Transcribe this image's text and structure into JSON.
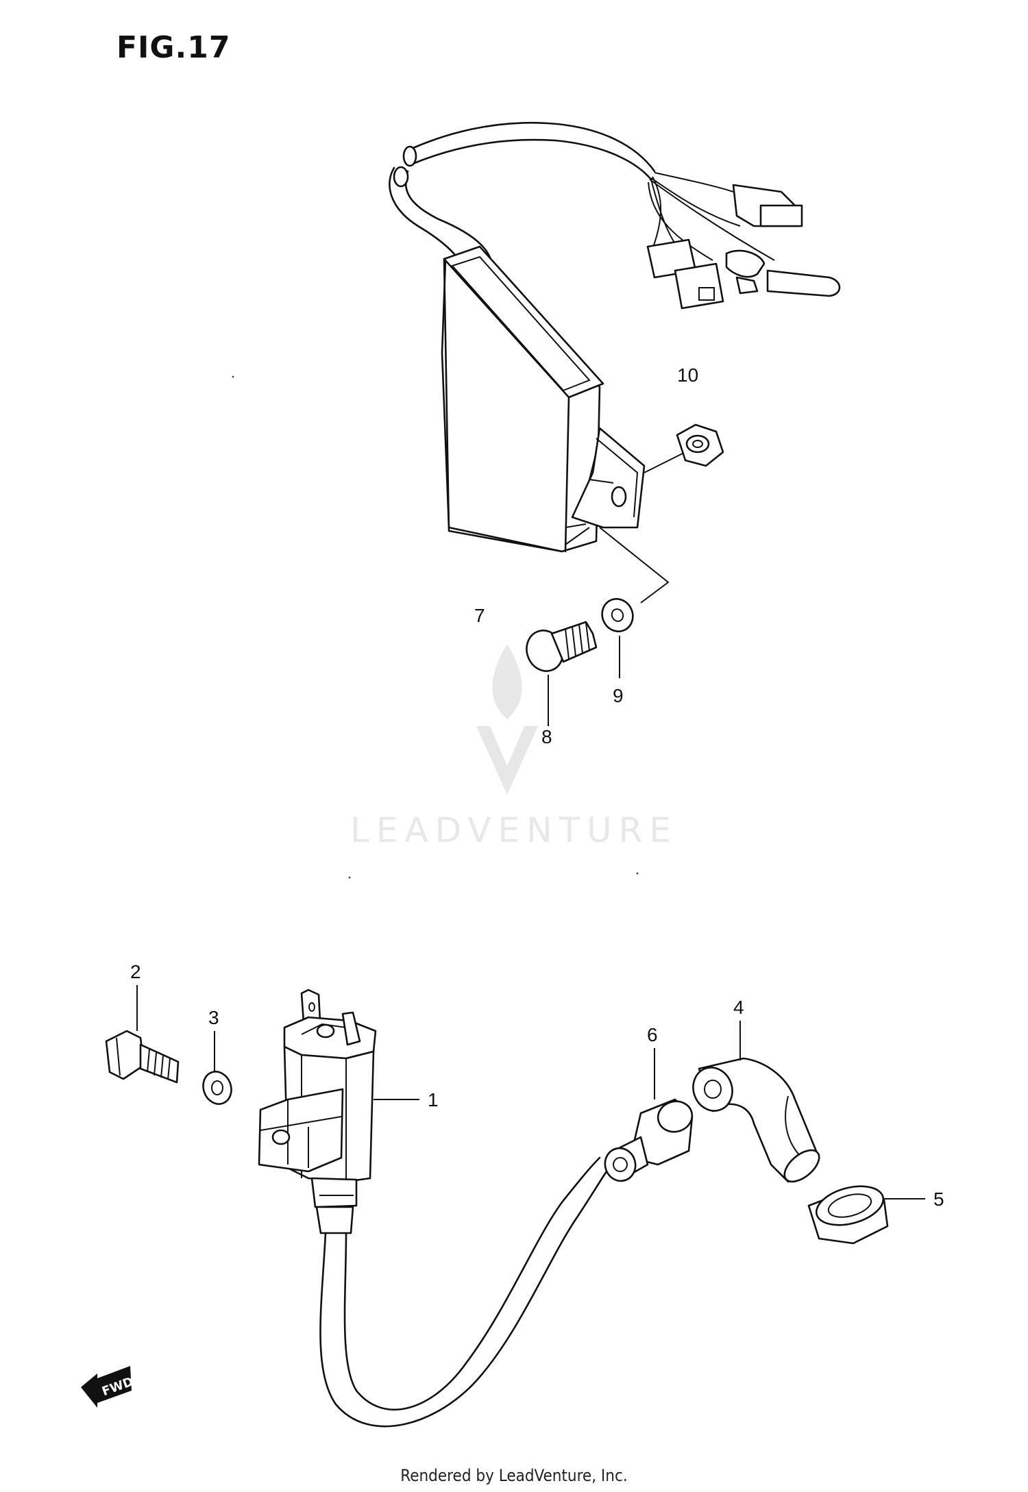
{
  "figure": {
    "title": "FIG.17"
  },
  "watermark": {
    "text": "LEADVENTURE"
  },
  "footer": {
    "text": "Rendered by LeadVenture, Inc."
  },
  "fwd_marker": {
    "label": "FWD"
  },
  "parts": [
    {
      "ref": "1",
      "icon": "ignition-coil-icon"
    },
    {
      "ref": "2",
      "icon": "bolt-icon"
    },
    {
      "ref": "3",
      "icon": "washer-icon"
    },
    {
      "ref": "4",
      "icon": "spark-plug-cap-icon"
    },
    {
      "ref": "5",
      "icon": "cap-boot-icon"
    },
    {
      "ref": "6",
      "icon": "grommet-icon"
    },
    {
      "ref": "7",
      "icon": "cdi-unit-icon"
    },
    {
      "ref": "8",
      "icon": "bolt-icon"
    },
    {
      "ref": "9",
      "icon": "washer-icon"
    },
    {
      "ref": "10",
      "icon": "nut-icon"
    }
  ]
}
